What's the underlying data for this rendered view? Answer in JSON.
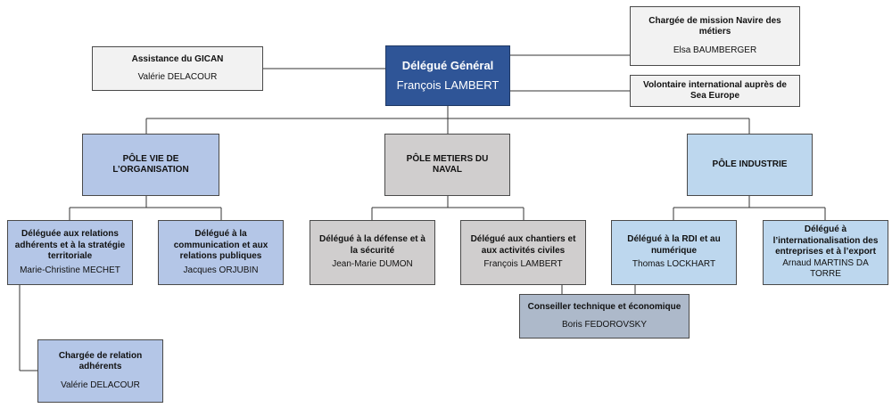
{
  "delegue_general": {
    "title": "Délégué Général",
    "name": "François LAMBERT"
  },
  "assistance": {
    "title": "Assistance du GICAN",
    "name": "Valérie DELACOUR"
  },
  "mission_navire": {
    "title": "Chargée de mission Navire des métiers",
    "name": "Elsa BAUMBERGER"
  },
  "volontaire": {
    "title": "Volontaire international auprès de Sea Europe"
  },
  "poles": [
    {
      "title": "PÔLE VIE DE L’ORGANISATION"
    },
    {
      "title": "PÔLE METIERS DU NAVAL"
    },
    {
      "title": "PÔLE INDUSTRIE"
    }
  ],
  "delegues": [
    {
      "title": "Déléguée aux relations adhérents et à la stratégie territoriale",
      "name": "Marie-Christine MECHET"
    },
    {
      "title": "Délégué à la communication et aux relations publiques",
      "name": "Jacques ORJUBIN"
    },
    {
      "title": "Délégué à la défense et à la sécurité",
      "name": "Jean-Marie DUMON"
    },
    {
      "title": "Délégué aux chantiers et aux activités civiles",
      "name": "François LAMBERT"
    },
    {
      "title": "Délégué à la RDI et au numérique",
      "name": "Thomas LOCKHART"
    },
    {
      "title": "Délégué à l’internationalisation des entreprises et à l’export",
      "name": "Arnaud MARTINS DA TORRE"
    }
  ],
  "conseiller": {
    "title": "Conseiller technique et économique",
    "name": "Boris FEDOROVSKY"
  },
  "chargee_relation": {
    "title": "Chargée de relation adhérents",
    "name": "Valérie DELACOUR"
  }
}
